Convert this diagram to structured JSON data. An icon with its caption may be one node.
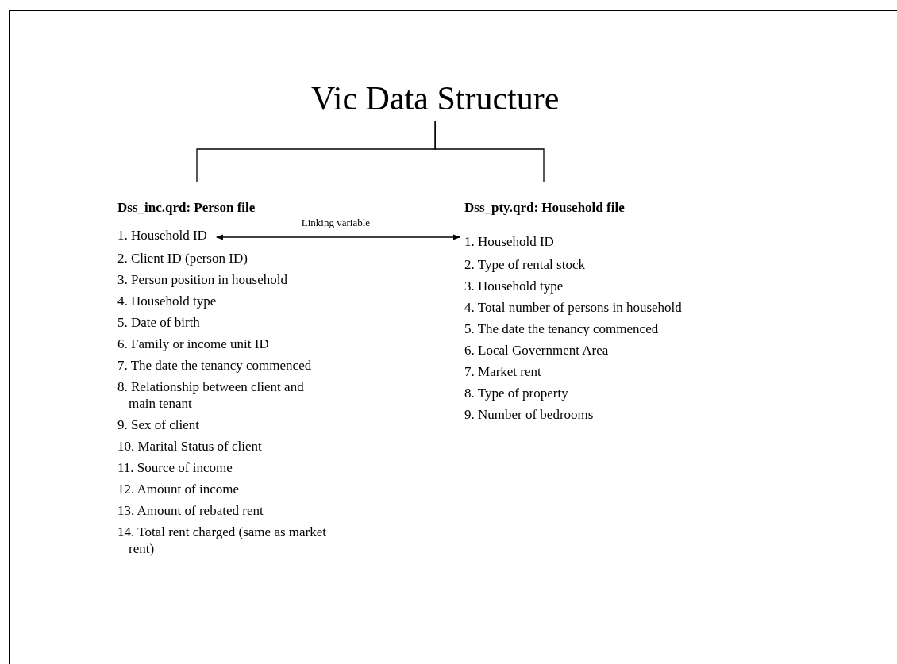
{
  "diagram": {
    "nodes": [
      {
        "text": [
          "Vic Data Structure"
        ]
      },
      {
        "text": [
          "Dss_inc.qrd: Person file"
        ]
      },
      {
        "text": [
          "Dss_pty.qrd: Household file"
        ]
      },
      {
        "text": [
          "1. Household ID"
        ]
      },
      {
        "text": [
          "1. Household ID"
        ]
      }
    ],
    "edges": [
      {
        "from": 0,
        "to": 1,
        "arrow": "none"
      },
      {
        "from": 0,
        "to": 2,
        "arrow": "none"
      },
      {
        "from": 3,
        "to": 4,
        "arrow": "both",
        "label": "Linking variable"
      }
    ],
    "labels": [
      "2. Client ID (person ID)",
      "3. Person position in household",
      "4. Household type",
      "5. Date of birth",
      "6. Family or income unit ID",
      "7. The date the tenancy commenced",
      "8. Relationship between client and main tenant",
      "9. Sex of client",
      "10. Marital Status of client",
      "11. Source of income",
      "12. Amount of income",
      "13. Amount of rebated rent",
      "14. Total rent charged (same as market rent)",
      "2. Type of rental stock",
      "3. Household type",
      "4. Total number of persons in household",
      "5. The date the tenancy commenced",
      "6. Local Government Area",
      "7. Market rent",
      "8. Type of property",
      "9. Number of bedrooms"
    ]
  }
}
